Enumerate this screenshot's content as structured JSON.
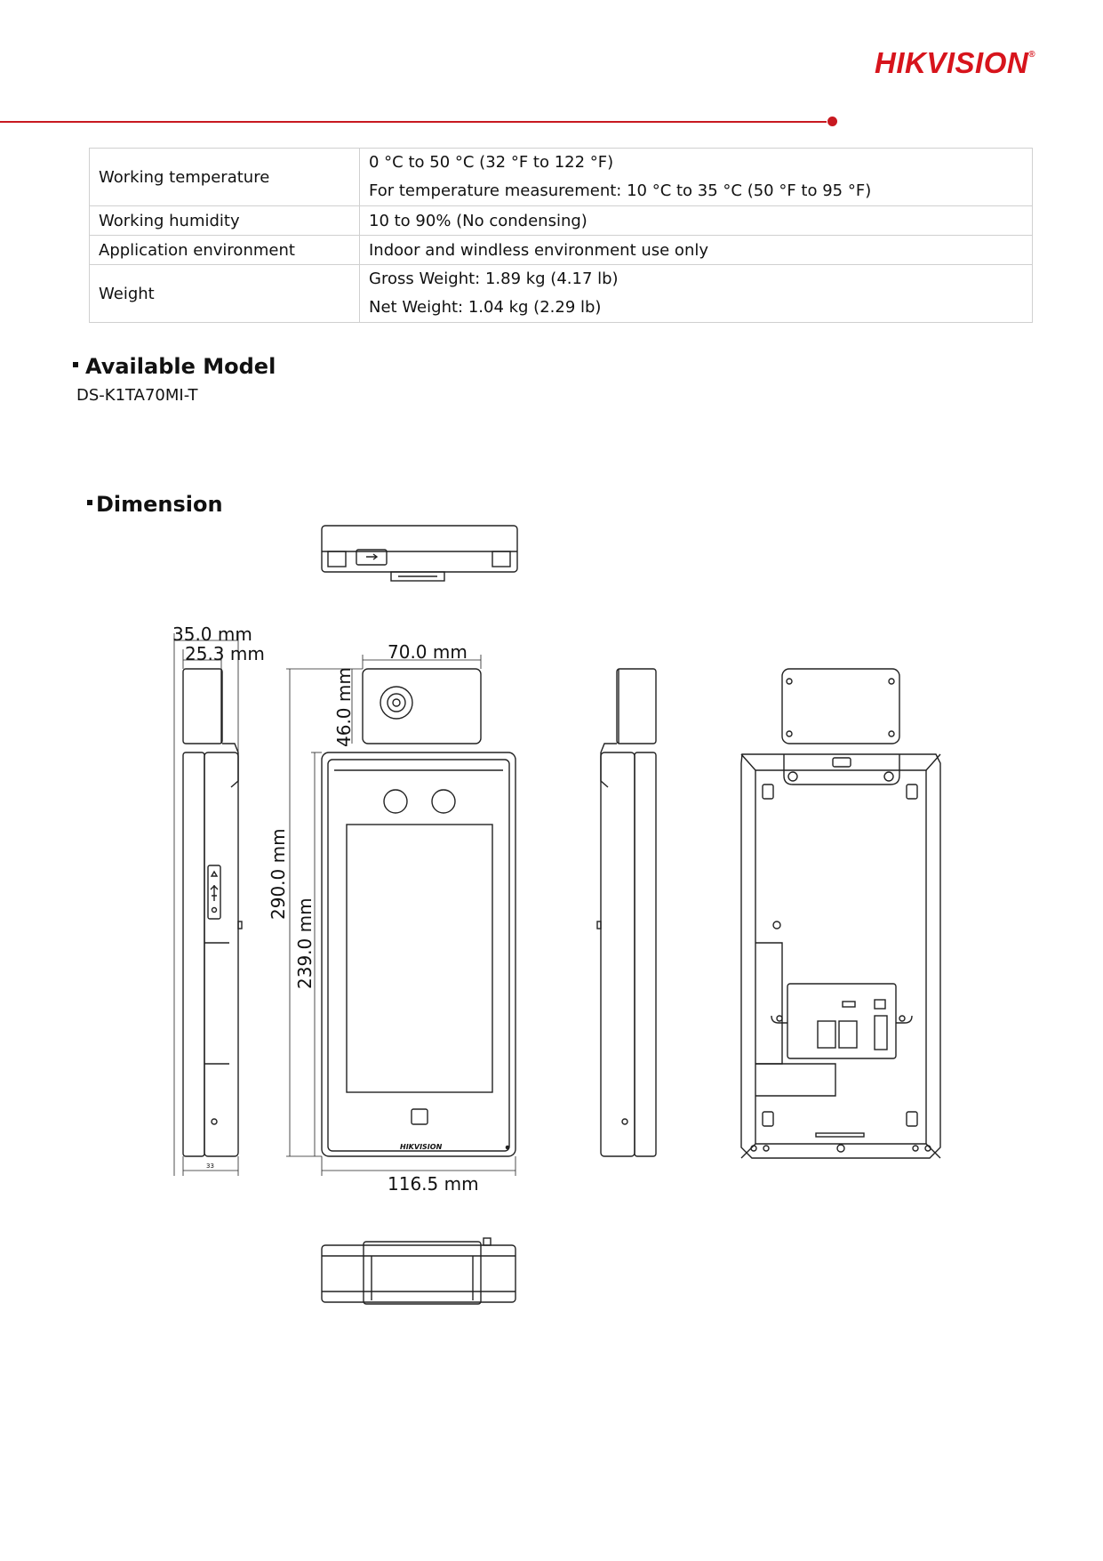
{
  "header": {
    "brand": "HIKVISION",
    "brand_mark": "®",
    "accent_color": "#c81920"
  },
  "specs": [
    {
      "key": "Working temperature",
      "values": [
        "0 °C to 50 °C (32 °F to 122 °F)",
        "For temperature measurement: 10 °C to 35 °C (50 °F to 95 °F)"
      ]
    },
    {
      "key": "Working humidity",
      "values": [
        "10 to 90% (No condensing)"
      ]
    },
    {
      "key": "Application environment",
      "values": [
        "Indoor and windless environment use only"
      ]
    },
    {
      "key": "Weight",
      "values": [
        "Gross Weight: 1.89 kg (4.17 lb)",
        "Net Weight: 1.04 kg (2.29 lb)"
      ]
    }
  ],
  "available_model": {
    "title": "Available Model",
    "model": "DS-K1TA70MI-T"
  },
  "dimension": {
    "title": "Dimension",
    "labels": {
      "depth_total": "35.0 mm",
      "depth_body": "25.3 mm",
      "module_width": "70.0 mm",
      "module_height": "46.0 mm",
      "total_height": "290.0 mm",
      "body_height": "239.0 mm",
      "body_width": "116.5 mm",
      "small_dim": "33"
    },
    "device_brand": "HIKVISION"
  }
}
